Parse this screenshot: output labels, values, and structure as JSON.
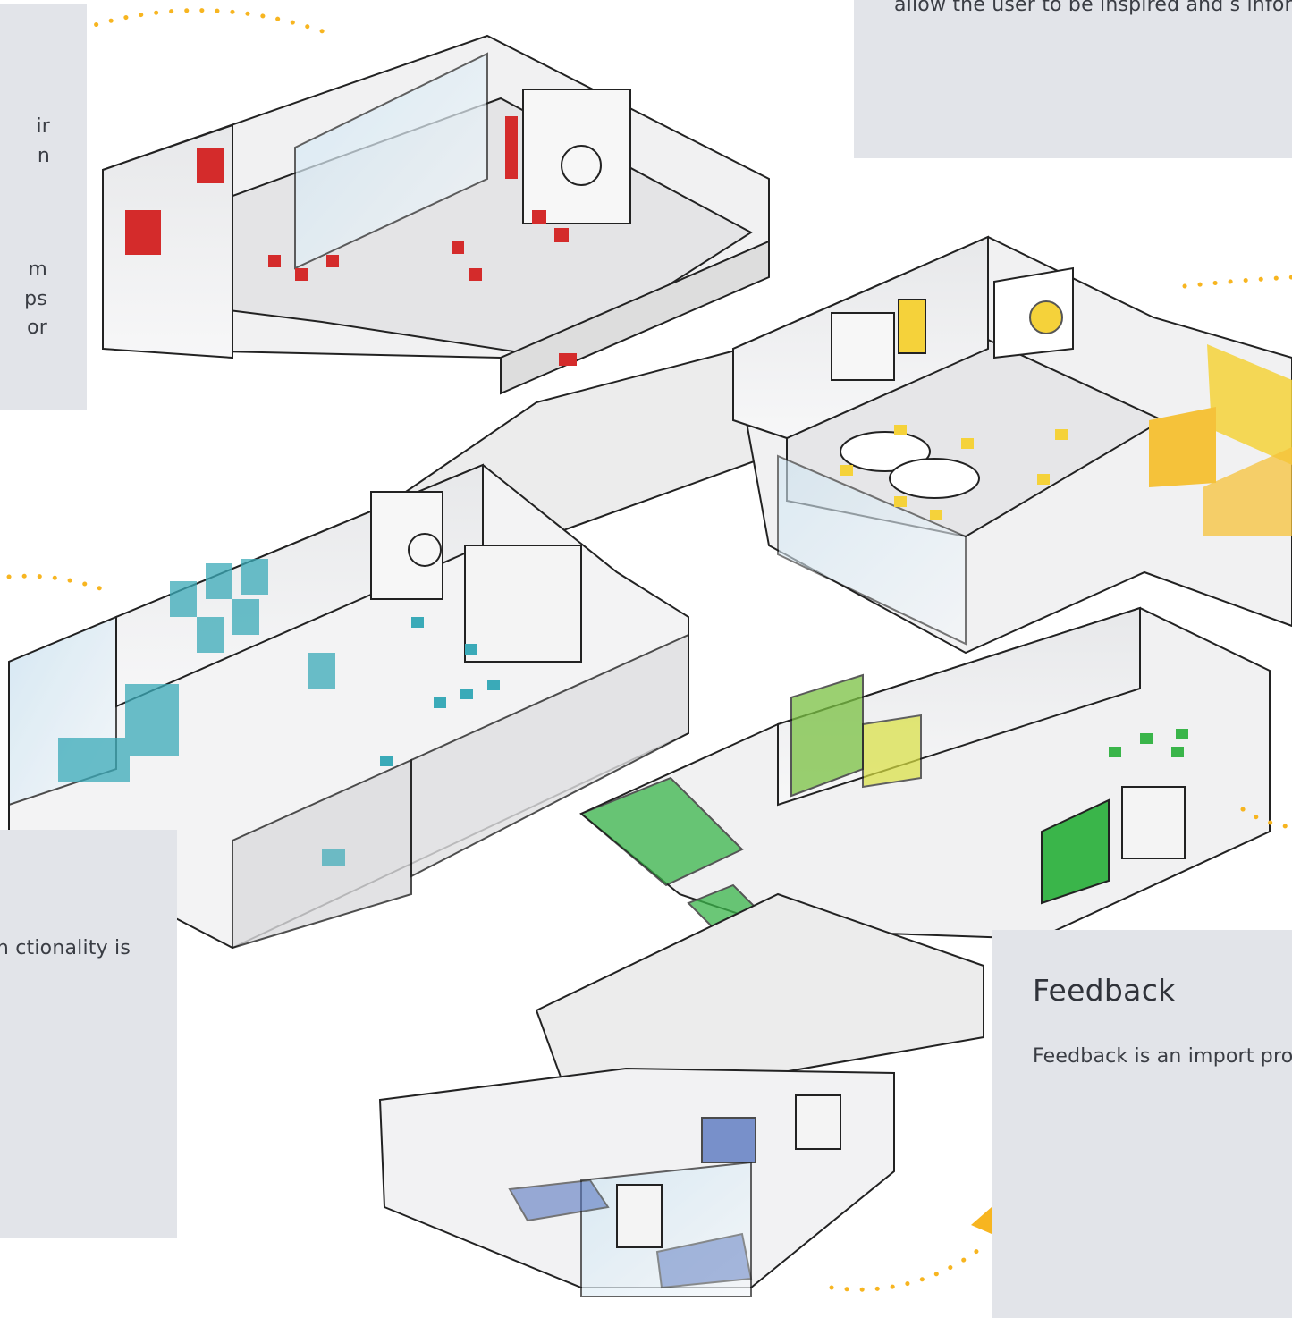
{
  "panels": {
    "top_left": {
      "line1": "ir\nn",
      "line2": "m\nps or"
    },
    "top_right": {
      "text": "allow the user to be inspired and s\ninformation in the virtual world."
    },
    "bottom_left": {
      "text": "nt ways to\nreate the\nl as areas\nmmersion\nctionality is"
    },
    "bottom_right": {
      "title": "Feedback",
      "text": "Feedback is an import\nprocess and can be pro\ngroup. The room can t\nzones which are adjust\nfeedback situations: sm\nstations as well as the \nmeeting. The feedback\nthe communication zo\nboth zones often place\nphysical environment."
    }
  },
  "colors": {
    "panel_bg": "#e2e4e9",
    "accent_arrow": "#f7b520",
    "zone_red": "#d42b2b",
    "zone_yellow": "#f5d23a",
    "zone_teal": "#3aaab8",
    "zone_green": "#3ab54a",
    "zone_blue": "#5a78c0"
  },
  "icons": [
    "arrow-right-icon",
    "arrow-left-icon"
  ]
}
